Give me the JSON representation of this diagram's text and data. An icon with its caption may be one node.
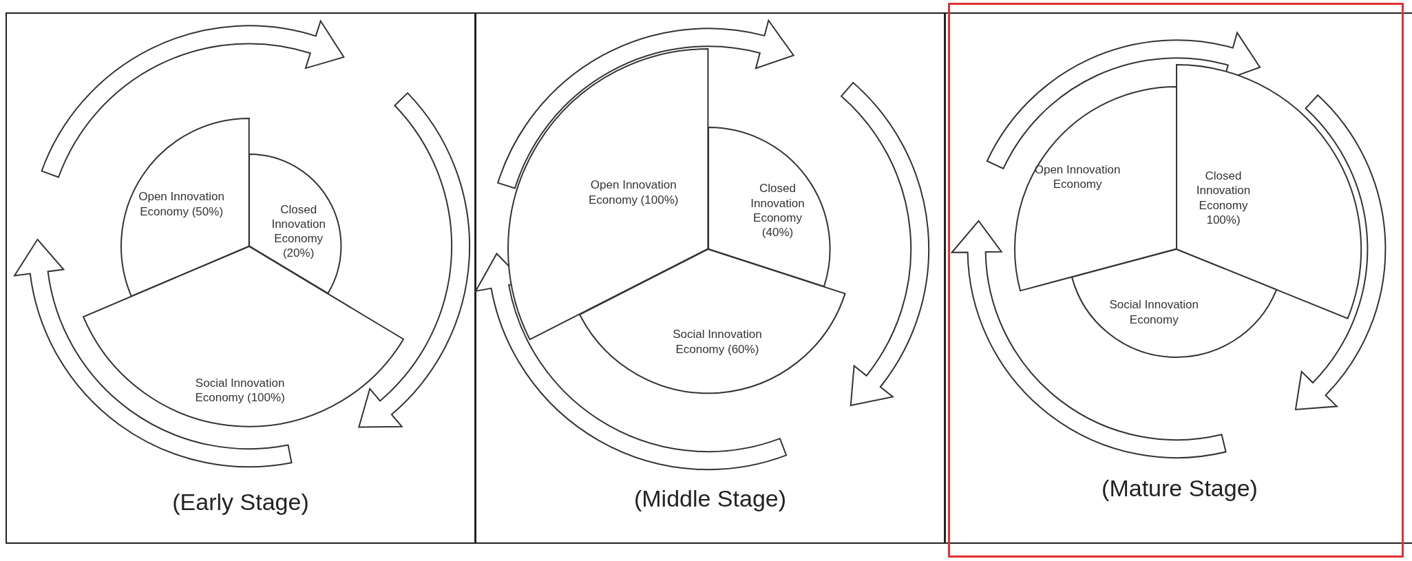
{
  "diagram": {
    "nodes": [
      {
        "text": [
          "(Early Stage)"
        ]
      },
      {
        "text": [
          "Open Innovation Economy (50%)"
        ],
        "in": 0
      },
      {
        "text": [
          "Closed Innovation Economy (20%)"
        ],
        "in": 0
      },
      {
        "text": [
          "Social Innovation Economy (100%)"
        ],
        "in": 0
      },
      {
        "text": [
          "(Middle Stage)"
        ]
      },
      {
        "text": [
          "Open Innovation Economy (100%)"
        ],
        "in": 4
      },
      {
        "text": [
          "Closed Innovation Economy (40%)"
        ],
        "in": 4
      },
      {
        "text": [
          "Social Innovation Economy (60%)"
        ],
        "in": 4
      },
      {
        "text": [
          "(Mature Stage)"
        ]
      },
      {
        "text": [
          "Open Innovation Economy"
        ],
        "in": 8
      },
      {
        "text": [
          "Closed Innovation Economy 100%)"
        ],
        "in": 8
      },
      {
        "text": [
          "Social Innovation Economy"
        ],
        "in": 8
      }
    ],
    "edges": [
      {
        "from": 1,
        "to": 2,
        "arrow": "to"
      },
      {
        "from": 2,
        "to": 3,
        "arrow": "to"
      },
      {
        "from": 3,
        "to": 1,
        "arrow": "to"
      },
      {
        "from": 5,
        "to": 6,
        "arrow": "to"
      },
      {
        "from": 6,
        "to": 7,
        "arrow": "to"
      },
      {
        "from": 7,
        "to": 5,
        "arrow": "to"
      },
      {
        "from": 9,
        "to": 10,
        "arrow": "to"
      },
      {
        "from": 10,
        "to": 11,
        "arrow": "to"
      },
      {
        "from": 11,
        "to": 9,
        "arrow": "to"
      }
    ]
  }
}
